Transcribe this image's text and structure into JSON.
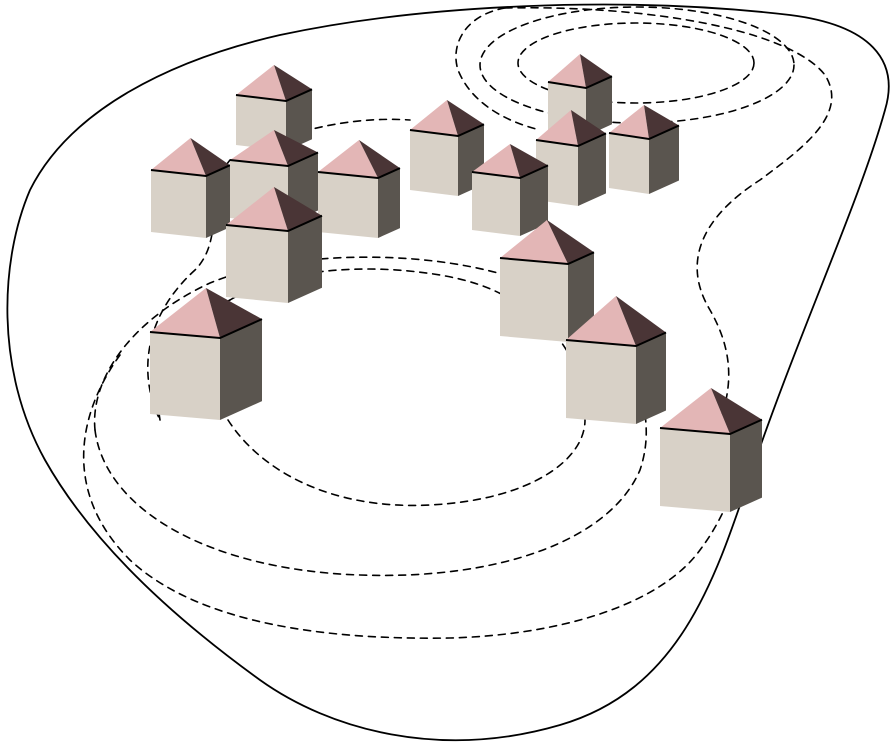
{
  "scene": "house-map-contour-diagram",
  "colors": {
    "background": "#ffffff",
    "outline": "#000000",
    "contour": "#000000",
    "roof_front": "#e3b6b6",
    "roof_side": "#4a3536",
    "wall_front": "#d8d1c7",
    "wall_side": "#5a554f"
  },
  "houses": [
    {
      "id": "house-1"
    },
    {
      "id": "house-2"
    },
    {
      "id": "house-3"
    },
    {
      "id": "house-4"
    },
    {
      "id": "house-5"
    },
    {
      "id": "house-6"
    },
    {
      "id": "house-7"
    },
    {
      "id": "house-8"
    },
    {
      "id": "house-9"
    },
    {
      "id": "house-10"
    },
    {
      "id": "house-11"
    },
    {
      "id": "house-12"
    },
    {
      "id": "house-13"
    },
    {
      "id": "house-14"
    },
    {
      "id": "house-15"
    }
  ]
}
